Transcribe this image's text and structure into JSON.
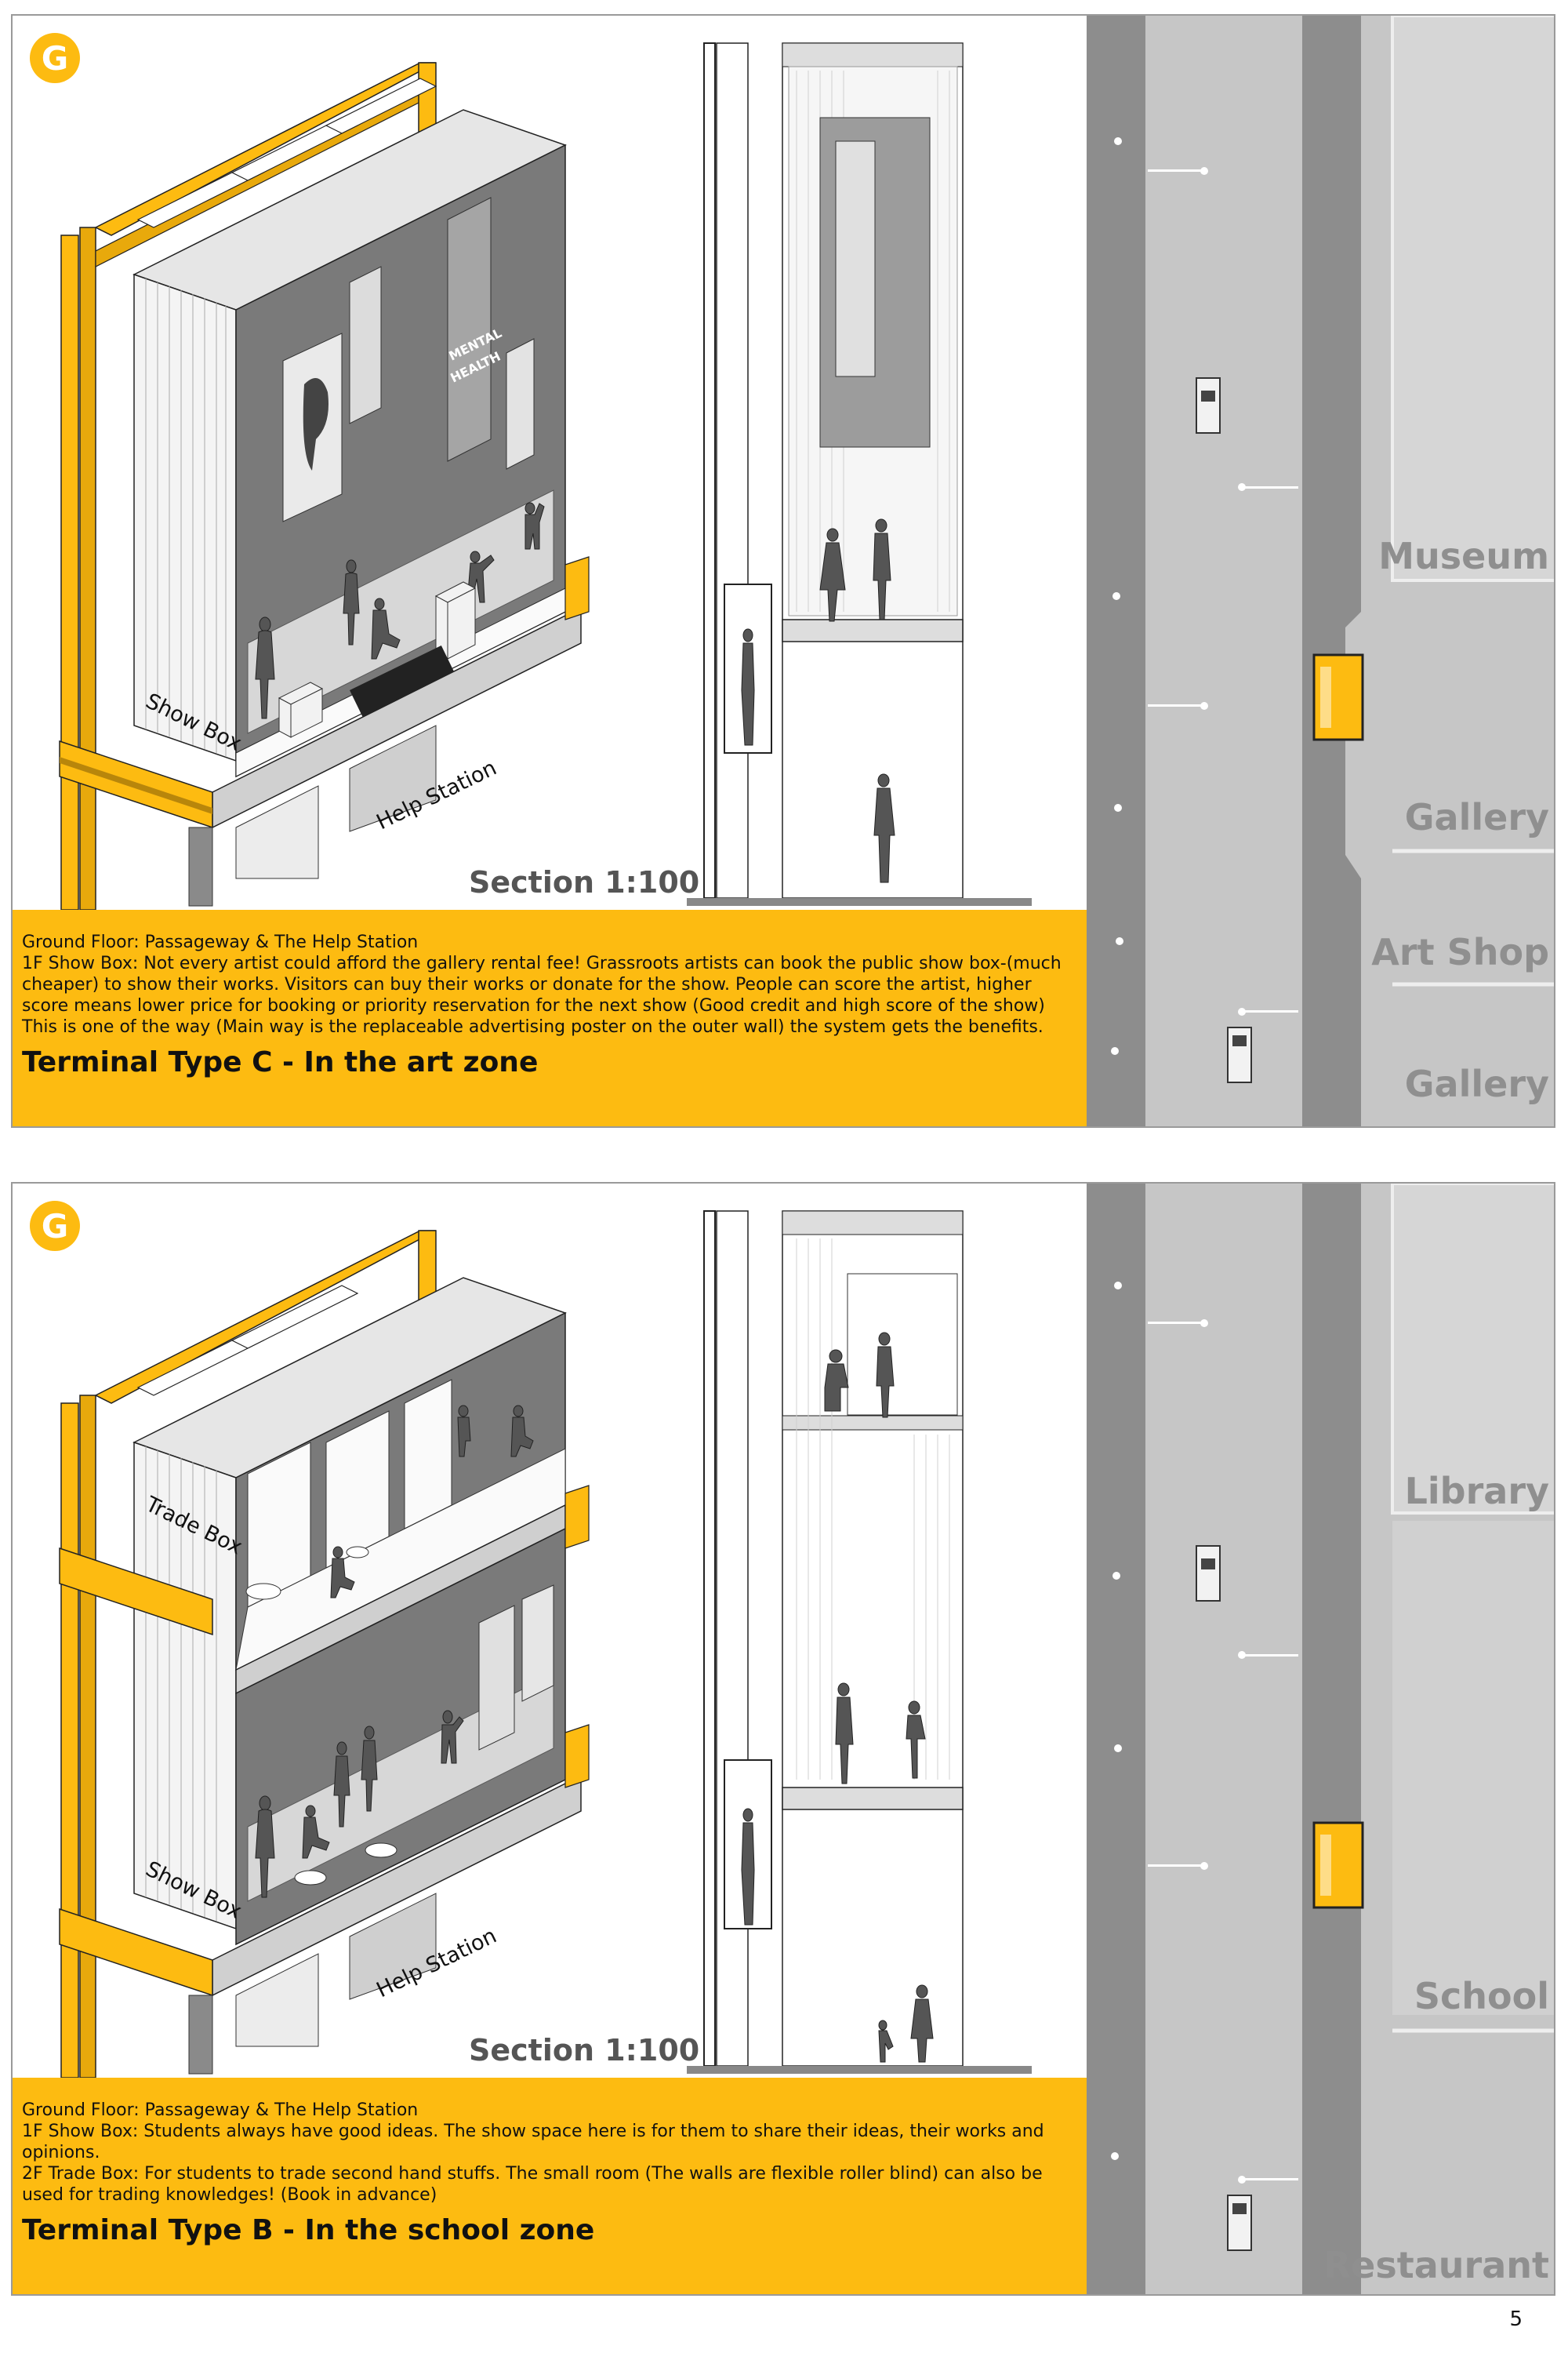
{
  "badge_letter": "G",
  "page_number": "5",
  "colors": {
    "accent": "#fdbb11",
    "road": "#8d8d8d",
    "sidewalk": "#c6c6c6",
    "block": "#d6d6d6"
  },
  "top": {
    "section_label": "Section 1:100",
    "box_labels": [
      "Show Box",
      "Help Station"
    ],
    "caption_lines": [
      "Ground Floor: Passageway & The Help Station",
      "1F Show Box: Not every artist could afford the gallery rental fee! Grassroots artists can book the public show box-(much cheaper) to show their works. Visitors can buy their works or donate for the show. People can score the artist, higher score means lower price for booking or priority reservation for the next show (Good credit and high score of the show) This is one of the way (Main way is the replaceable advertising poster on the outer wall) the system gets the benefits."
    ],
    "title": "Terminal Type C  - In the art zone",
    "poster_text": [
      "MENTAL",
      "HEALTH"
    ],
    "zones": [
      "Museum",
      "Gallery",
      "Art Shop",
      "Gallery"
    ]
  },
  "bottom": {
    "section_label": "Section 1:100",
    "box_labels": [
      "Trade Box",
      "Show Box",
      "Help Station"
    ],
    "caption_lines": [
      "Ground Floor: Passageway & The Help Station",
      "1F Show Box: Students always have good ideas. The show space here is for them to share their ideas, their works and opinions.",
      "2F Trade Box: For students to trade second hand stuffs. The small room (The walls are flexible roller blind) can also be used for trading knowledges! (Book in advance)"
    ],
    "title": "Terminal Type B  - In the school zone",
    "zones": [
      "Library",
      "School",
      "Restaurant"
    ]
  }
}
